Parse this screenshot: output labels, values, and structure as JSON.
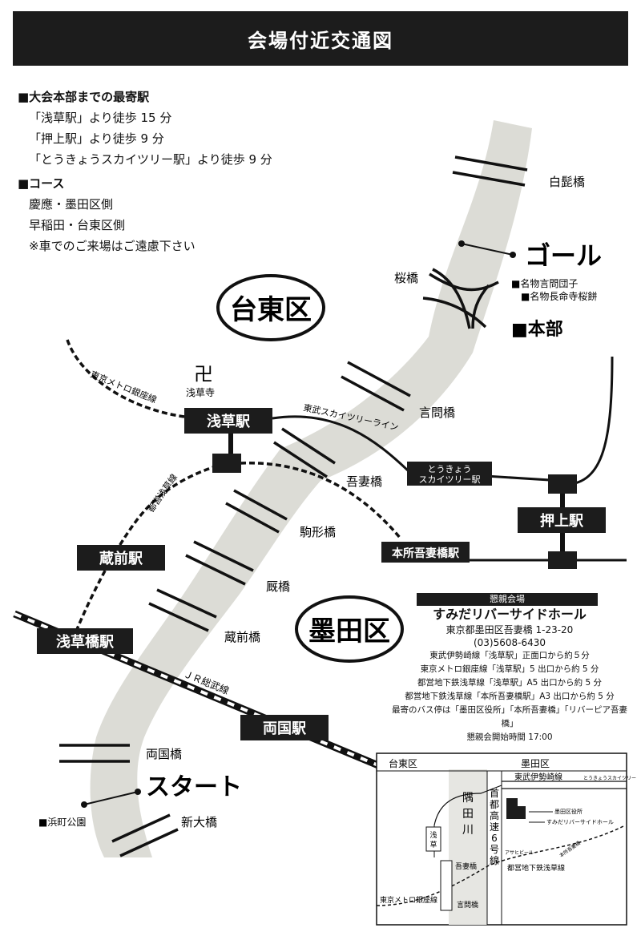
{
  "header": {
    "title": "会場付近交通図"
  },
  "info": {
    "nearest_title": "■大会本部までの最寄駅",
    "nearest_items": [
      "「浅草駅」より徒歩 15 分",
      "「押上駅」より徒歩 9 分",
      "「とうきょうスカイツリー駅」より徒歩 9 分"
    ],
    "course_title": "■コース",
    "course_items": [
      "慶應・墨田区側",
      "早稲田・台東区側",
      "※車でのご来場はご遠慮下さい"
    ]
  },
  "map": {
    "ward_taito": "台東区",
    "ward_sumida": "墨田区",
    "goal": "ゴール",
    "start": "スタート",
    "honbu": "■本部",
    "dango": "■名物言問団子",
    "sakuramochi": "■名物長命寺桜餅",
    "hamacho": "■浜町公園",
    "temple_mark": "卍",
    "temple": "浅草寺",
    "bridges": {
      "shirahige": "白髭橋",
      "sakura": "桜橋",
      "kototoi": "言問橋",
      "azuma": "吾妻橋",
      "komagata": "駒形橋",
      "umaya": "厩橋",
      "kuramae": "蔵前橋",
      "ryogoku": "両国橋",
      "shinohashi": "新大橋"
    },
    "lines": {
      "ginza": "東京メトロ銀座線",
      "asakusa": "都営浅草線",
      "tobu": "東武スカイツリーライン",
      "jr": "ＪＲ総武線"
    },
    "stations": {
      "asakusa": "浅草駅",
      "skytree_1": "とうきょう",
      "skytree_2": "スカイツリー駅",
      "oshiage": "押上駅",
      "honjo": "本所吾妻橋駅",
      "kuramae": "蔵前駅",
      "asakusabashi": "浅草橋駅",
      "ryogoku": "両国駅"
    }
  },
  "venue": {
    "heading": "懇親会場",
    "name": "すみだリバーサイドホール",
    "address": "東京都墨田区吾妻橋 1-23-20",
    "phone": "(03)5608-6430",
    "access": [
      "東武伊勢崎線「浅草駅」正面口から約５分",
      "東京メトロ銀座線「浅草駅」5 出口から約 5 分",
      "都営地下鉄浅草線「浅草駅」A5 出口から約 5 分",
      "都営地下鉄浅草線「本所吾妻橋駅」A3 出口から約 5 分",
      "最寄のバス停は「墨田区役所」「本所吾妻橋」「リバーピア吾妻橋」",
      "懇親会開始時間 17:00"
    ]
  },
  "inset": {
    "taito": "台東区",
    "sumida": "墨田区",
    "tobu_isesaki": "東武伊勢崎線",
    "skytree_small": "とうきょうスカイツリー",
    "river_1": "隅",
    "river_2": "田",
    "river_3": "川",
    "expressway_1": "首",
    "expressway_2": "都",
    "expressway_3": "高",
    "expressway_4": "速",
    "expressway_5": "6",
    "expressway_6": "号",
    "expressway_7": "線",
    "ward_office": "墨田区役所",
    "riverside_hall": "すみだリバーサイドホール",
    "asakusa_v1": "浅",
    "asakusa_v2": "草",
    "azuma": "吾妻橋",
    "kototoi": "言問橋",
    "ginza": "東京メトロ銀座線",
    "toei_asakusa": "都営地下鉄浅草線",
    "honjo_small": "本所吾妻橋",
    "asahi": "アサヒビール"
  }
}
